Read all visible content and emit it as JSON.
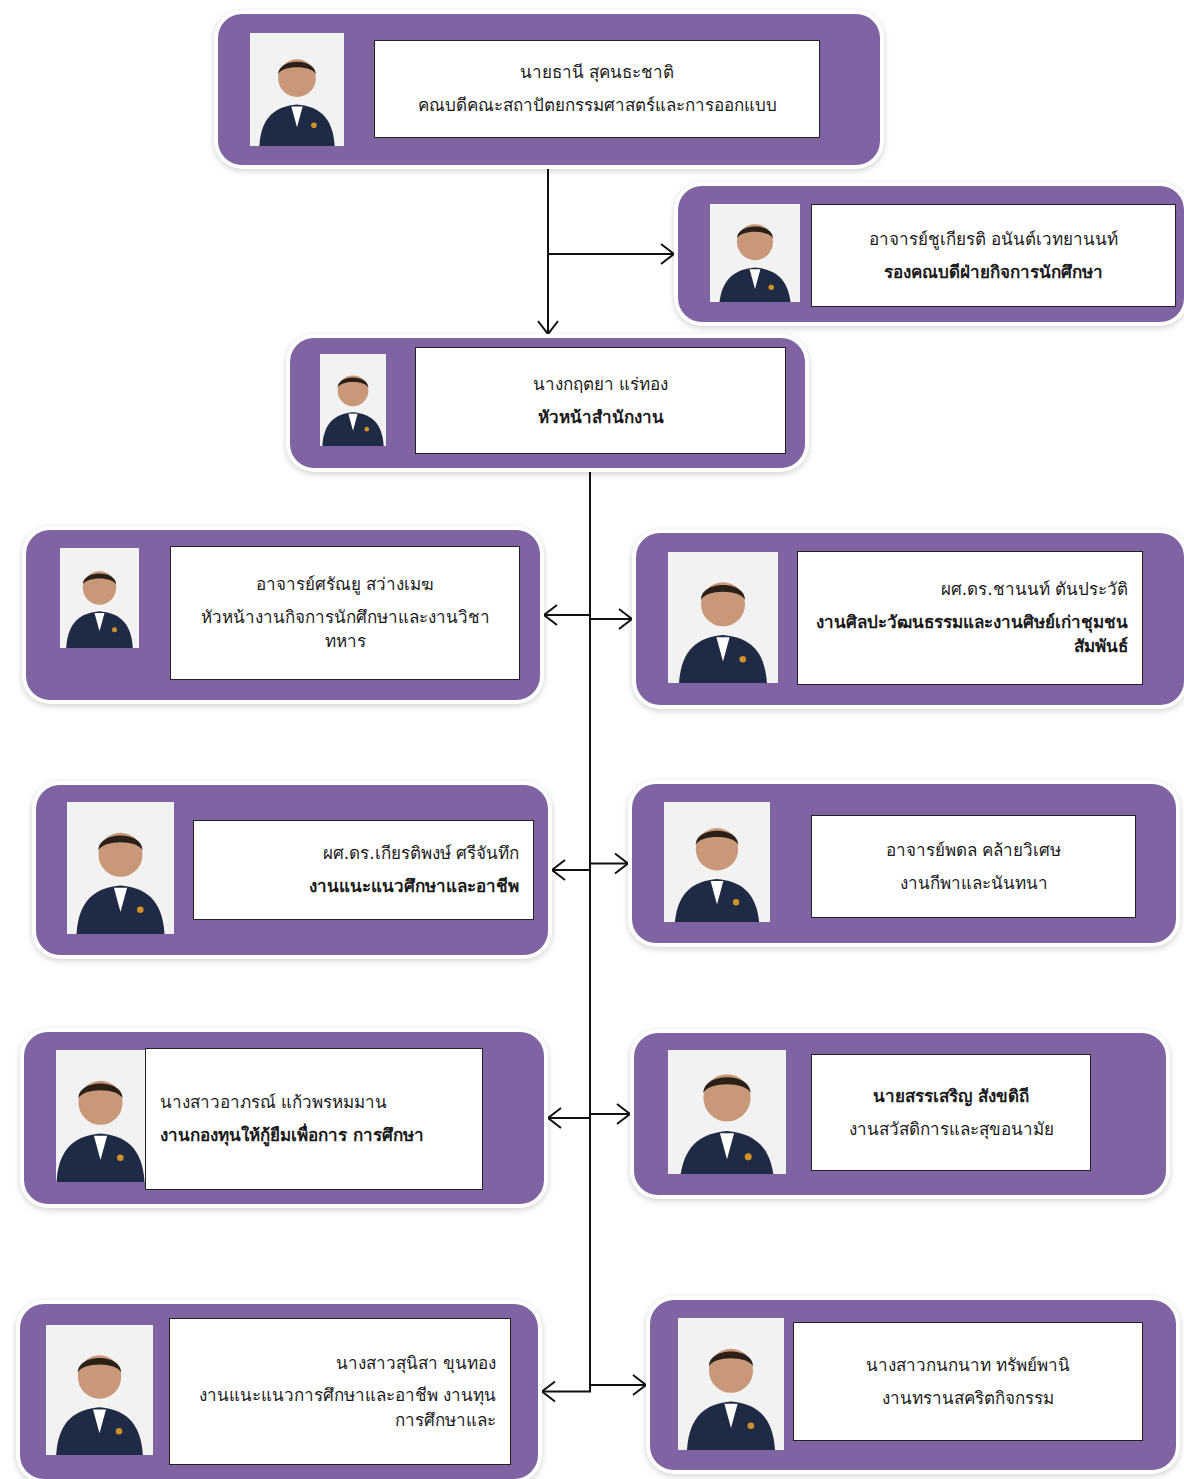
{
  "diagram": {
    "nodes": [
      {
        "text": [
          "นายธานี สุคนธะชาติ",
          "คณบดีคณะสถาปัตยกรรมศาสตร์และการออกแบบ"
        ]
      },
      {
        "text": [
          "อาจารย์ชูเกียรติ อนันต์เวทยานนท์",
          "รองคณบดีฝ่ายกิจการนักศึกษา"
        ]
      },
      {
        "text": [
          "นางกฤตยา แร่ทอง",
          "หัวหน้าสำนักงาน"
        ]
      },
      {
        "text": [
          "อาจารย์ศรัณยู สว่างเมฆ",
          "หัวหน้างานกิจการนักศึกษาและงานวิชาทหาร"
        ]
      },
      {
        "text": [
          "ผศ.ดร.ชานนท์ ตันประวัติ",
          "งานศิลปะวัฒนธรรมและงานศิษย์เก่าชุมชนสัมพันธ์"
        ]
      },
      {
        "text": [
          "ผศ.ดร.เกียรติพงษ์ ศรีจันทึก",
          "งานแนะแนวศึกษาและอาชีพ"
        ]
      },
      {
        "text": [
          "อาจารย์พดล คล้ายวิเศษ",
          "งานกีพาและนันทนา"
        ]
      },
      {
        "text": [
          "นางสาวอาภรณ์ แก้วพรหมมาน",
          "งานกองทุนให้กู้ยืมเพื่อการ การศึกษา"
        ]
      },
      {
        "text": [
          "นายสรรเสริญ สังขดิถี",
          "งานสวัสดิการและสุขอนามัย"
        ]
      },
      {
        "text": [
          "นางสาวสุนิสา ขุนทอง",
          "งานแนะแนวการศึกษาและอาชีพ งานทุนการศึกษาและ"
        ]
      },
      {
        "text": [
          "นางสาวกนกนาท ทรัพย์พานิ",
          "งานทรานสคริตกิจกรรม"
        ]
      }
    ],
    "edges": [
      {
        "from": 0,
        "to": 1,
        "arrow": "to"
      },
      {
        "from": 0,
        "to": 2,
        "arrow": "to"
      },
      {
        "from": 2,
        "to": 3,
        "arrow": "to"
      },
      {
        "from": 2,
        "to": 4,
        "arrow": "to"
      },
      {
        "from": 2,
        "to": 5,
        "arrow": "to"
      },
      {
        "from": 2,
        "to": 6,
        "arrow": "to"
      },
      {
        "from": 2,
        "to": 7,
        "arrow": "to"
      },
      {
        "from": 2,
        "to": 8,
        "arrow": "to"
      },
      {
        "from": 2,
        "to": 9,
        "arrow": "to"
      },
      {
        "from": 2,
        "to": 10,
        "arrow": "to"
      }
    ]
  }
}
